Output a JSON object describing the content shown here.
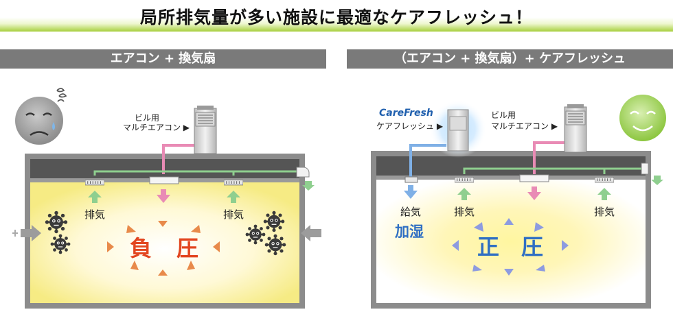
{
  "title": "局所排気量が多い施設に最適なケアフレッシュ！",
  "left": {
    "heading": "エアコン + 換気扇",
    "ac_label_line1": "ビル用",
    "ac_label_line2": "マルチエアコン ▶",
    "exhaust_label_a": "排気",
    "exhaust_label_b": "排気",
    "pressure_char_1": "負",
    "pressure_char_2": "圧"
  },
  "right": {
    "heading": "（エアコン + 換気扇）+ ケアフレッシュ",
    "brand": "CareFresh",
    "brand_sub": "ケアフレッシュ ▶",
    "ac_label_line1": "ビル用",
    "ac_label_line2": "マルチエアコン ▶",
    "supply_label": "給気",
    "humidify_label": "加湿",
    "exhaust_label_a": "排気",
    "exhaust_label_b": "排気",
    "pressure_char_1": "正",
    "pressure_char_2": "圧"
  },
  "colors": {
    "title_green": "#a7cf3d",
    "heading_gray": "#7a7a7a",
    "exhaust_green": "#8fcf8f",
    "ac_pink": "#e98bb5",
    "supply_blue": "#7fb0e6",
    "negative_red": "#e2451f",
    "positive_blue": "#2f6fc3",
    "arrow_orange": "#e88a4a",
    "arrow_violet": "#8d9be0"
  },
  "icons": [
    "sad-face-icon",
    "happy-face-icon",
    "germ-icon",
    "inflow-arrow-icon",
    "air-conditioner-unit-icon",
    "carefresh-unit-icon"
  ]
}
